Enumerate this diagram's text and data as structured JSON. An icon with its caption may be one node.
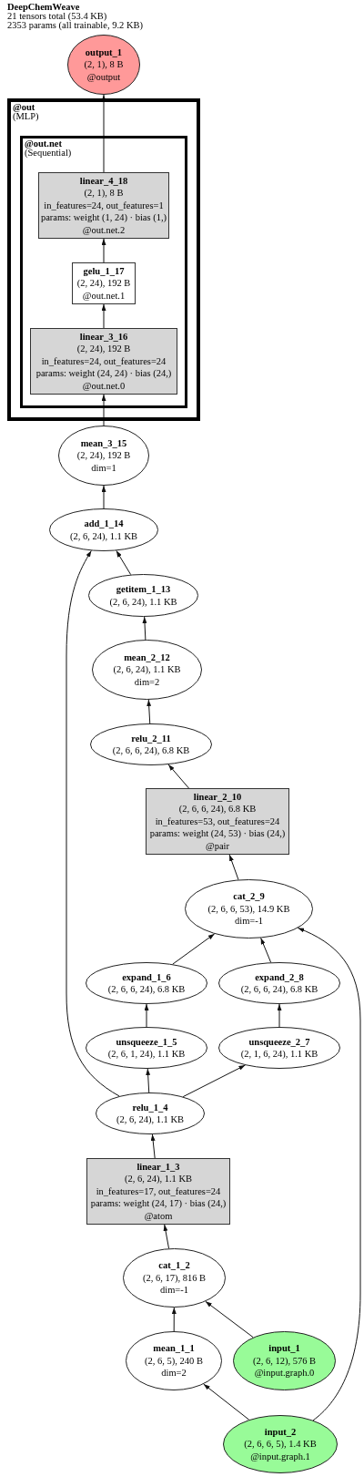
{
  "diagram": {
    "title": "DeepChemWeave",
    "nodes": [
      {
        "text": [
          "output_1",
          "(2, 1), 8 B",
          "@output"
        ]
      },
      {
        "text": [
          "@out",
          "(MLP)"
        ]
      },
      {
        "text": [
          "@out.net",
          "(Sequential)"
        ],
        "in": 1
      },
      {
        "text": [
          "linear_4_18",
          "(2, 1), 8 B",
          "in_features=24, out_features=1",
          "params: weight (1, 24) · bias (1,)",
          "@out.net.2"
        ],
        "in": 2
      },
      {
        "text": [
          "gelu_1_17",
          "(2, 24), 192 B",
          "@out.net.1"
        ],
        "in": 2
      },
      {
        "text": [
          "linear_3_16",
          "(2, 24), 192 B",
          "in_features=24, out_features=24",
          "params: weight (24, 24) · bias (24,)",
          "@out.net.0"
        ],
        "in": 2
      },
      {
        "text": [
          "mean_3_15",
          "(2, 24), 192 B",
          "dim=1"
        ]
      },
      {
        "text": [
          "add_1_14",
          "(2, 6, 24), 1.1 KB"
        ]
      },
      {
        "text": [
          "getitem_1_13",
          "(2, 6, 24), 1.1 KB"
        ]
      },
      {
        "text": [
          "mean_2_12",
          "(2, 6, 24), 1.1 KB",
          "dim=2"
        ]
      },
      {
        "text": [
          "relu_2_11",
          "(2, 6, 6, 24), 6.8 KB"
        ]
      },
      {
        "text": [
          "linear_2_10",
          "(2, 6, 6, 24), 6.8 KB",
          "in_features=53, out_features=24",
          "params: weight (24, 53) · bias (24,)",
          "@pair"
        ]
      },
      {
        "text": [
          "cat_2_9",
          "(2, 6, 6, 53), 14.9 KB",
          "dim=-1"
        ]
      },
      {
        "text": [
          "expand_1_6",
          "(2, 6, 6, 24), 6.8 KB"
        ]
      },
      {
        "text": [
          "expand_2_8",
          "(2, 6, 6, 24), 6.8 KB"
        ]
      },
      {
        "text": [
          "unsqueeze_1_5",
          "(2, 6, 1, 24), 1.1 KB"
        ]
      },
      {
        "text": [
          "unsqueeze_2_7",
          "(2, 1, 6, 24), 1.1 KB"
        ]
      },
      {
        "text": [
          "relu_1_4",
          "(2, 6, 24), 1.1 KB"
        ]
      },
      {
        "text": [
          "linear_1_3",
          "(2, 6, 24), 1.1 KB",
          "in_features=17, out_features=24",
          "params: weight (24, 17) · bias (24,)",
          "@atom"
        ]
      },
      {
        "text": [
          "cat_1_2",
          "(2, 6, 17), 816 B",
          "dim=-1"
        ]
      },
      {
        "text": [
          "mean_1_1",
          "(2, 6, 5), 240 B",
          "dim=2"
        ]
      },
      {
        "text": [
          "input_1",
          "(2, 6, 12), 576 B",
          "@input.graph.0"
        ]
      },
      {
        "text": [
          "input_2",
          "(2, 6, 6, 5), 1.4 KB",
          "@input.graph.1"
        ]
      }
    ],
    "edges": [
      {
        "from": 3,
        "to": 0,
        "arrow": "to"
      },
      {
        "from": 4,
        "to": 3,
        "arrow": "to"
      },
      {
        "from": 5,
        "to": 4,
        "arrow": "to"
      },
      {
        "from": 6,
        "to": 5,
        "arrow": "to"
      },
      {
        "from": 7,
        "to": 6,
        "arrow": "to"
      },
      {
        "from": 8,
        "to": 7,
        "arrow": "to"
      },
      {
        "from": 17,
        "to": 7,
        "arrow": "to"
      },
      {
        "from": 9,
        "to": 8,
        "arrow": "to"
      },
      {
        "from": 10,
        "to": 9,
        "arrow": "to"
      },
      {
        "from": 11,
        "to": 10,
        "arrow": "to"
      },
      {
        "from": 12,
        "to": 11,
        "arrow": "to"
      },
      {
        "from": 13,
        "to": 12,
        "arrow": "to"
      },
      {
        "from": 14,
        "to": 12,
        "arrow": "to"
      },
      {
        "from": 22,
        "to": 12,
        "arrow": "to"
      },
      {
        "from": 15,
        "to": 13,
        "arrow": "to"
      },
      {
        "from": 16,
        "to": 14,
        "arrow": "to"
      },
      {
        "from": 17,
        "to": 15,
        "arrow": "to"
      },
      {
        "from": 17,
        "to": 16,
        "arrow": "to"
      },
      {
        "from": 18,
        "to": 17,
        "arrow": "to"
      },
      {
        "from": 19,
        "to": 18,
        "arrow": "to"
      },
      {
        "from": 20,
        "to": 19,
        "arrow": "to"
      },
      {
        "from": 21,
        "to": 19,
        "arrow": "to"
      },
      {
        "from": 22,
        "to": 20,
        "arrow": "to"
      }
    ],
    "labels": [
      "21 tensors total (53.4 KB)",
      "2353 params (all trainable, 9.2 KB)"
    ]
  }
}
